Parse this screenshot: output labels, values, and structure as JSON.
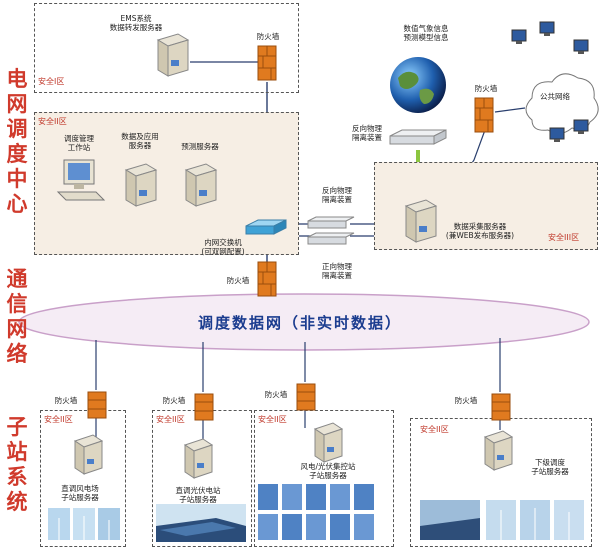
{
  "side_labels": {
    "dispatch_center": "电网调度中心",
    "communication": "通信网络",
    "substation": "子站系统"
  },
  "zones": {
    "top": "安全I区",
    "mid": "安全II区",
    "right": "安全III区",
    "sub1": "安全II区",
    "sub2": "安全II区",
    "sub3": "安全II区",
    "sub4": "安全II区"
  },
  "nodes": {
    "ems": "EMS系统\n数据转发服务器",
    "firewall_top": "防火墙",
    "weather": "数值气象信息\n预测模型信息",
    "firewall_public": "防火墙",
    "public_net": "公共网络",
    "reverse_iso_top": "反向物理\n隔离装置",
    "workstation": "调度管理\n工作站",
    "data_app_server": "数据及应用\n服务器",
    "forecast_server": "预测服务器",
    "reverse_iso_mid": "反向物理\n隔离装置",
    "switch": "内网交换机\n(可双网配置)",
    "forward_iso": "正向物理\n隔离装置",
    "collect_server": "数据采集服务器\n(兼WEB发布服务器)",
    "firewall_mid": "防火墙",
    "dispatch_net": "调度数据网（非实时数据）",
    "fw_sub1": "防火墙",
    "fw_sub2": "防火墙",
    "fw_sub3": "防火墙",
    "fw_sub4": "防火墙",
    "sub1_server": "直调风电场\n子站服务器",
    "sub2_server": "直调光伏电站\n子站服务器",
    "sub3_server": "风电/光伏集控站\n子站服务器",
    "sub4_server": "下级调度\n子站服务器"
  },
  "colors": {
    "accent_red": "#d03a2c",
    "net_text": "#1b3c8f",
    "firewall": "#e07a1f",
    "line": "#2a3f6e"
  }
}
